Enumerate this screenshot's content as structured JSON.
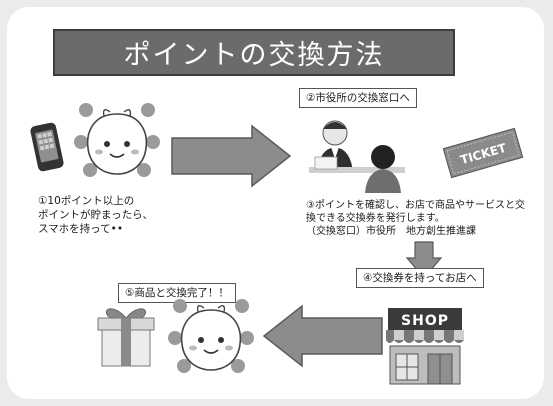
{
  "title": "ポイントの交換方法",
  "steps": {
    "step1": [
      "①10ポイント以上の",
      "ポイントが貯まったら、",
      "スマホを持って••"
    ],
    "step2": "②市役所の交換窓口へ",
    "step3": [
      "③ポイントを確認し、お店で商品やサービスと交",
      "換できる交換券を発行します。",
      "（交換窓口）市役所　地方創生推進課"
    ],
    "step4": "④交換券を持ってお店へ",
    "step5": "⑤商品と交換完了！！"
  },
  "ticket_text": "TICKET",
  "shop_sign": "SHOP",
  "colors": {
    "banner": "#6b6b6b",
    "arrow": "#8c8c8c",
    "arrow_border": "#5a5a5a",
    "mascot_ball": "#9a9a9a"
  },
  "icons": [
    "smartphone-icon",
    "mascot-icon",
    "clerk-counter-icon",
    "ticket-icon",
    "shop-icon",
    "gift-icon"
  ]
}
